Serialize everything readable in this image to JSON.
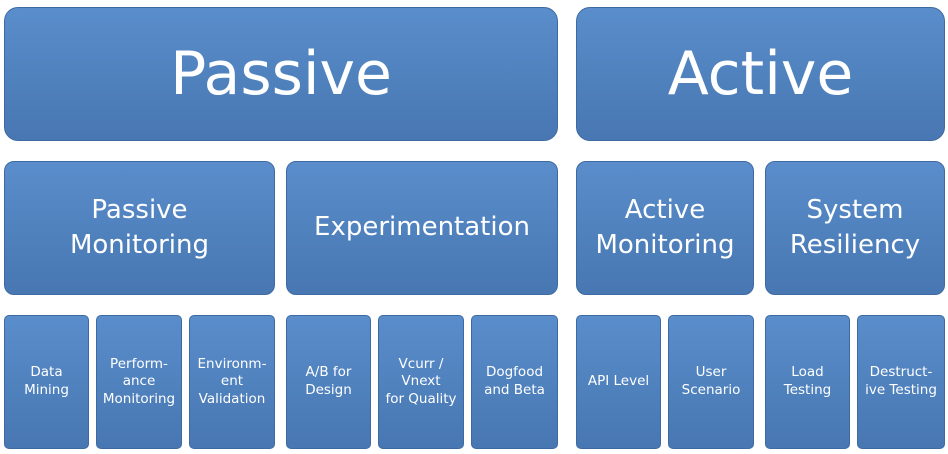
{
  "top": [
    {
      "label": "Passive"
    },
    {
      "label": "Active"
    }
  ],
  "middle": [
    {
      "label": "Passive\nMonitoring"
    },
    {
      "label": "Experimentation"
    },
    {
      "label": "Active\nMonitoring"
    },
    {
      "label": "System\nResiliency"
    }
  ],
  "bottom": [
    {
      "label": "Data\nMining"
    },
    {
      "label": "Perform-\nance\nMonitoring"
    },
    {
      "label": "Environm-\nent\nValidation"
    },
    {
      "label": "A/B for\nDesign"
    },
    {
      "label": "Vcurr /\nVnext\nfor Quality"
    },
    {
      "label": "Dogfood\nand Beta"
    },
    {
      "label": "API Level"
    },
    {
      "label": "User\nScenario"
    },
    {
      "label": "Load\nTesting"
    },
    {
      "label": "Destruct-\nive Testing"
    }
  ]
}
